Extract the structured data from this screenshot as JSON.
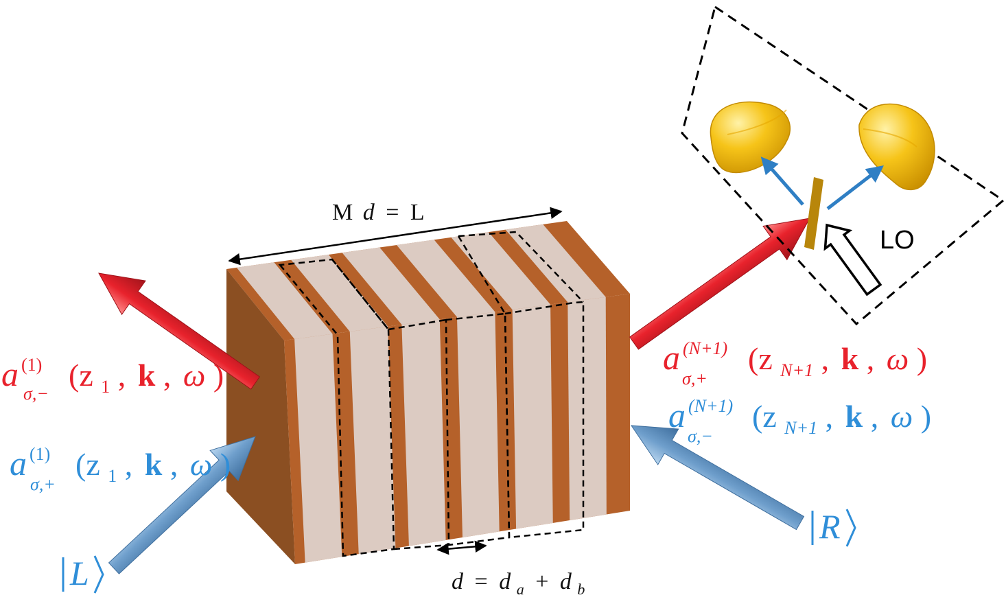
{
  "diagram": {
    "top_dimension": {
      "m": "M",
      "d": "d",
      "eq": "=",
      "l": "L"
    },
    "bottom_dimension": {
      "d": "d",
      "eq": "=",
      "d1": "d",
      "sub_a": "a",
      "plus": "+",
      "d2": "d",
      "sub_b": "b"
    },
    "lo_label": "LO",
    "left_ket": "L",
    "right_ket": "R",
    "labels": {
      "left_out": {
        "a": "a",
        "sup": "(1)",
        "sub": "σ,−",
        "open": "(z",
        "zsub": "1",
        "comma1": ",",
        "k": "k",
        "comma2": ",",
        "omega": "ω",
        "close": ")"
      },
      "left_in": {
        "a": "a",
        "sup": "(1)",
        "sub": "σ,+",
        "open": "(z",
        "zsub": "1",
        "comma1": ",",
        "k": "k",
        "comma2": ",",
        "omega": "ω",
        "close": ")"
      },
      "right_out": {
        "a": "a",
        "sup": "(N+1)",
        "sub": "σ,+",
        "open": "(z",
        "zsub": "N+1",
        "comma1": ",",
        "k": "k",
        "comma2": ",",
        "omega": "ω",
        "close": ")"
      },
      "right_in": {
        "a": "a",
        "sup": "(N+1)",
        "sub": "σ,−",
        "open": "(z",
        "zsub": "N+1",
        "comma1": ",",
        "k": "k",
        "comma2": ",",
        "omega": "ω",
        "close": ")"
      }
    },
    "colors": {
      "output_red": "#e8222c",
      "input_blue": "#2f8ed8",
      "layer_dark": "#b5612a",
      "layer_light": "#dccbc2",
      "block_side": "#8b4f22",
      "detector_gold": "#f2bf1c",
      "beam_splitter": "#b8860b"
    }
  }
}
